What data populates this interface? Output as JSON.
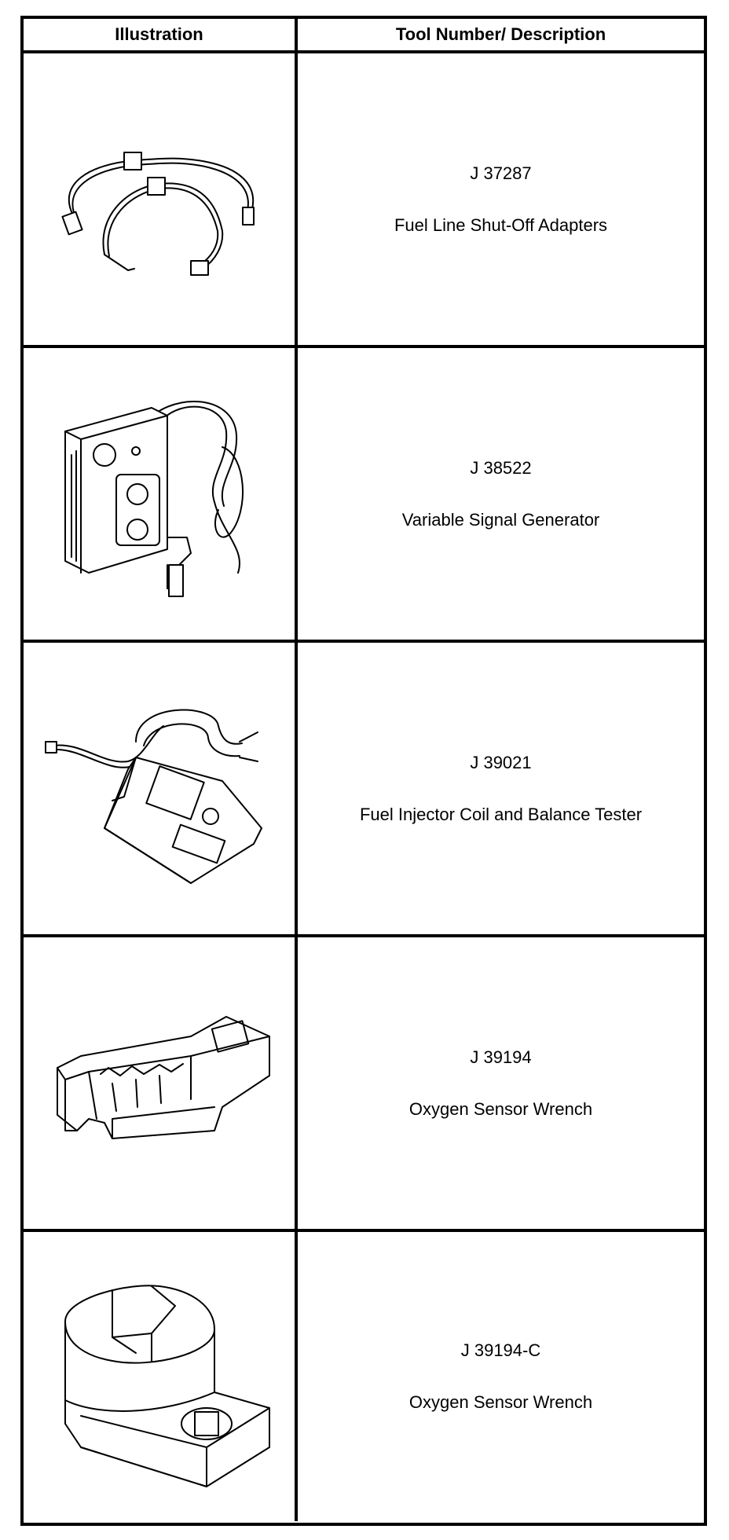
{
  "header": {
    "illustration_label": "Illustration",
    "description_label": "Tool Number/ Description"
  },
  "tools": [
    {
      "number": "J 37287",
      "description": "Fuel Line Shut-Off Adapters",
      "icon": "fuel-line-adapters-icon"
    },
    {
      "number": "J 38522",
      "description": "Variable Signal Generator",
      "icon": "signal-generator-icon"
    },
    {
      "number": "J 39021",
      "description": "Fuel Injector Coil and Balance Tester",
      "icon": "injector-tester-icon"
    },
    {
      "number": "J 39194",
      "description": "Oxygen Sensor Wrench",
      "icon": "oxygen-sensor-wrench-icon"
    },
    {
      "number": "J 39194-C",
      "description": "Oxygen Sensor Wrench",
      "icon": "oxygen-sensor-wrench-socket-icon"
    }
  ]
}
